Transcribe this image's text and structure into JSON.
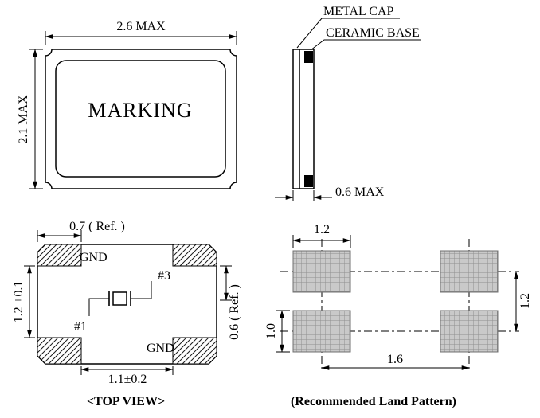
{
  "colors": {
    "line": "#000000",
    "land_pad_fill": "#c9c9c9",
    "electrode_fill": "#000000"
  },
  "package_view": {
    "marking_label": "MARKING",
    "dim_width": "2.6 MAX",
    "dim_height": "2.1 MAX"
  },
  "side_view": {
    "metal_cap_label": "METAL CAP",
    "ceramic_base_label": "CERAMIC BASE",
    "dim_thickness": "0.6 MAX"
  },
  "pad_view": {
    "caption": "<TOP VIEW>",
    "gnd_top_label": "GND",
    "gnd_bottom_label": "GND",
    "pin1_label": "#1",
    "pin3_label": "#3",
    "dim_pad_width": "0.7 ( Ref. )",
    "dim_pad_gap": "1.2 ±0.1",
    "dim_side_ref": "0.6 ( Ref. )",
    "dim_pad_span": "1.1±0.2"
  },
  "land_pattern_view": {
    "caption": "(Recommended Land Pattern)",
    "dim_pad_width": "1.2",
    "dim_vertical_pitch": "1.2",
    "dim_pad_height": "1.0",
    "dim_horizontal_pitch": "1.6"
  }
}
